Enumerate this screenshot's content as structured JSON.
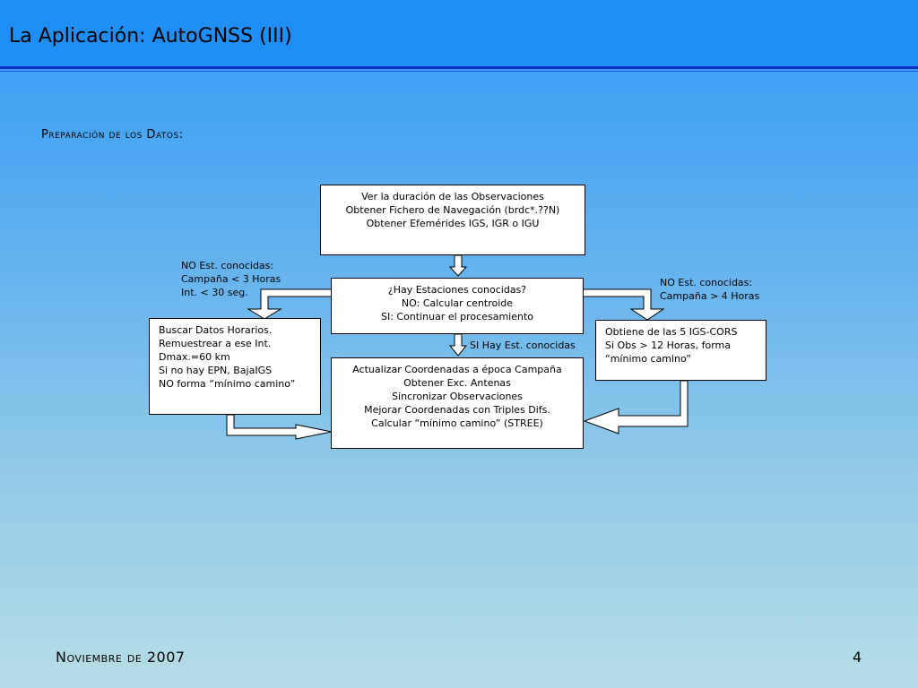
{
  "slide": {
    "title": "La Aplicación: AutoGNSS (III)",
    "subtitle": "Preparación de los Datos:",
    "footer_date": "Noviembre de 2007",
    "page_number": "4"
  },
  "diagram": {
    "box_top": [
      "Ver la duración de las Observaciones",
      "Obtener Fichero de Navegación (brdc*.??N)",
      "Obtener Efemérides IGS, IGR o IGU"
    ],
    "box_middle": [
      "¿Hay Estaciones conocidas?",
      "NO: Calcular centroide",
      "SI: Continuar el procesamiento"
    ],
    "box_left": [
      "Buscar Datos Horarios.",
      "Remuestrear a ese Int.",
      "Dmax.=60 km",
      "Si no hay EPN, BajaIGS",
      "NO forma “mínimo camino”"
    ],
    "box_right": [
      "Obtiene de las 5 IGS-CORS",
      "Si Obs > 12 Horas, forma",
      "“mínimo camino”"
    ],
    "box_bottom": [
      "Actualizar Coordenadas a época Campaña",
      "Obtener Exc. Antenas",
      "Sincronizar Observaciones",
      "Mejorar Coordenadas con Triples Difs.",
      "Calcular “mínimo camino” (STREE)"
    ],
    "label_left": [
      "NO Est. conocidas:",
      "Campaña < 3 Horas",
      "Int. < 30 seg."
    ],
    "label_right": [
      "NO Est. conocidas:",
      "Campaña > 4 Horas"
    ],
    "label_down": "SI Hay Est. conocidas"
  }
}
